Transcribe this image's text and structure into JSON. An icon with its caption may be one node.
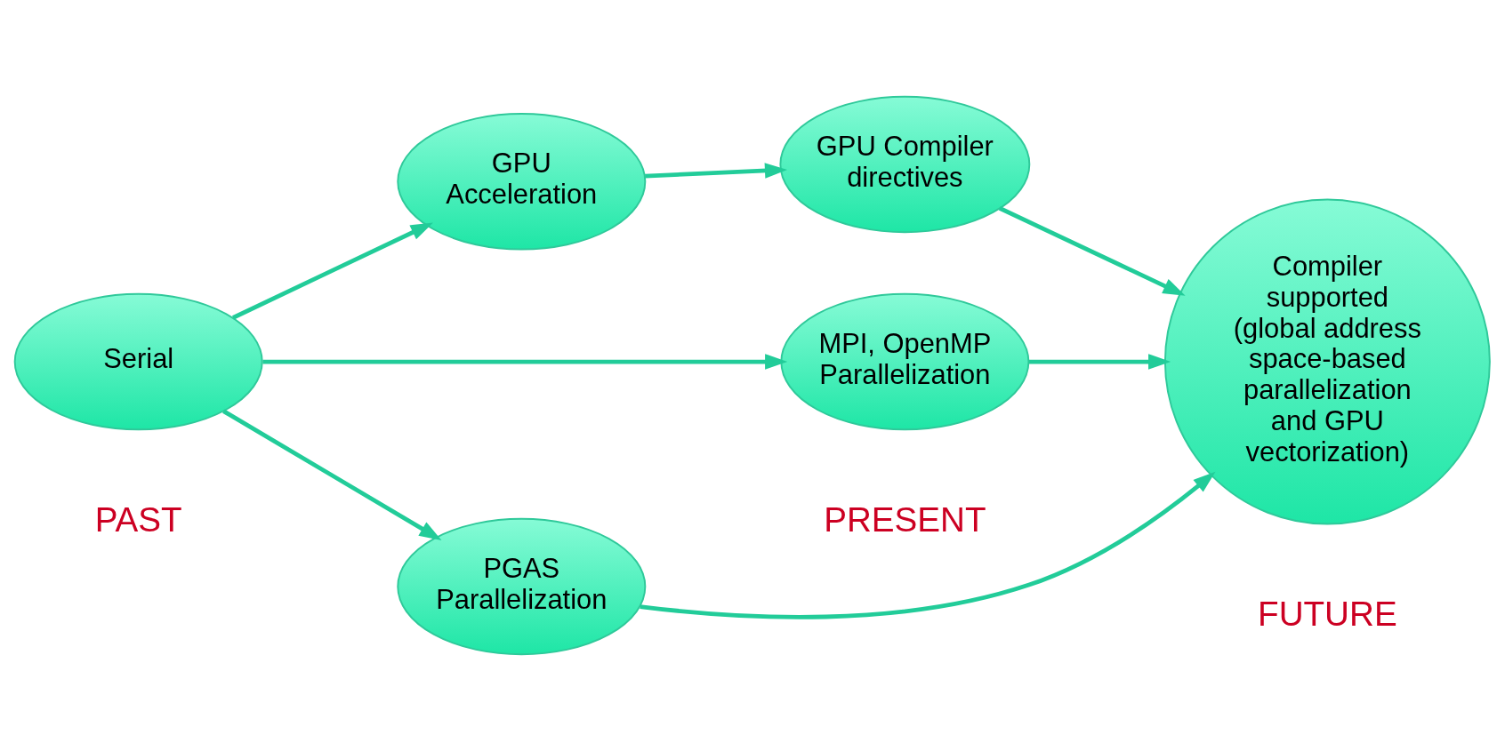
{
  "diagram": {
    "nodes": [
      {
        "text": [
          "Serial"
        ]
      },
      {
        "text": [
          "GPU Acceleration"
        ]
      },
      {
        "text": [
          "GPU Compiler directives"
        ]
      },
      {
        "text": [
          "MPI, OpenMP Parallelization"
        ]
      },
      {
        "text": [
          "PGAS Parallelization"
        ]
      },
      {
        "text": [
          "Compiler supported (global address space-based parallelization and GPU vectorization)"
        ]
      }
    ],
    "edges": [
      {
        "from": 0,
        "to": 1,
        "arrow": "to"
      },
      {
        "from": 0,
        "to": 3,
        "arrow": "to"
      },
      {
        "from": 0,
        "to": 4,
        "arrow": "to"
      },
      {
        "from": 1,
        "to": 2,
        "arrow": "to"
      },
      {
        "from": 2,
        "to": 5,
        "arrow": "to"
      },
      {
        "from": 3,
        "to": 5,
        "arrow": "to"
      },
      {
        "from": 4,
        "to": 5,
        "arrow": "to"
      }
    ],
    "labels": [
      "PAST",
      "PRESENT",
      "FUTURE"
    ]
  }
}
